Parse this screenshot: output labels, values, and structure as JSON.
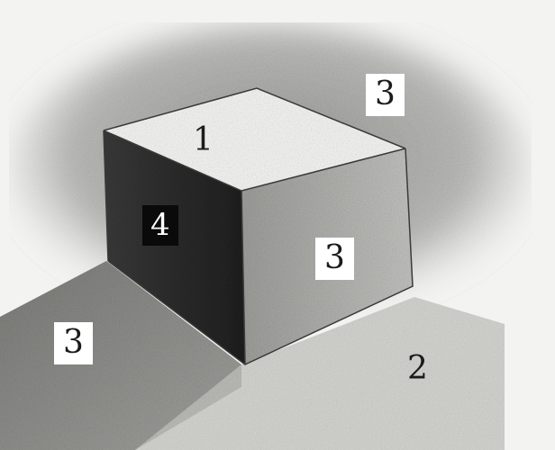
{
  "illustration": {
    "labels": {
      "top_face": "1",
      "background_corner": "3",
      "right_face": "3",
      "left_face": "4",
      "cast_shadow": "3",
      "floor": "2"
    },
    "colors": {
      "paper": "#f3f3f1",
      "halo": "#9b9b98",
      "top_face": "#f8f8f6",
      "right_face": "#b9b9b6",
      "left_face": "#2a2a2a",
      "cast_shadow": "#8e8e8b",
      "label_box": "#ffffff",
      "dark_label_box": "#0a0a0a"
    }
  }
}
